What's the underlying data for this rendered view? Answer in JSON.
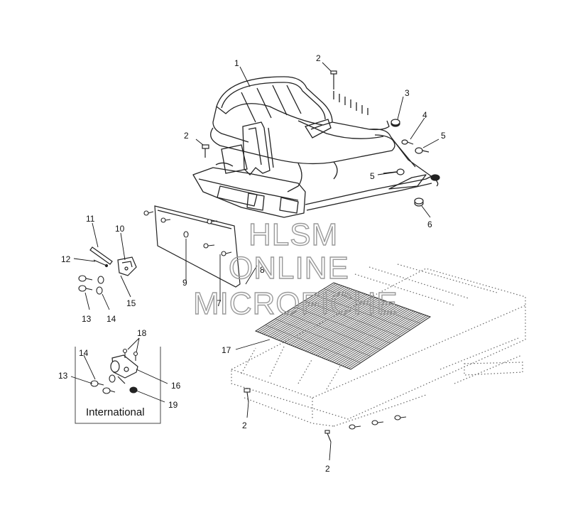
{
  "callouts": {
    "c1": "1",
    "c2a": "2",
    "c2b": "2",
    "c2c": "2",
    "c2d": "2",
    "c3": "3",
    "c4": "4",
    "c5a": "5",
    "c5b": "5",
    "c6": "6",
    "c7": "7",
    "c8": "8",
    "c9": "9",
    "c10": "10",
    "c11": "11",
    "c12": "12",
    "c13a": "13",
    "c13b": "13",
    "c14a": "14",
    "c14b": "14",
    "c15": "15",
    "c16": "16",
    "c17": "17",
    "c18": "18",
    "c19": "19"
  },
  "international_label": "International",
  "watermark": {
    "line1": "HLSM",
    "line2": "ONLINE",
    "line3": "MICROFICHE"
  }
}
